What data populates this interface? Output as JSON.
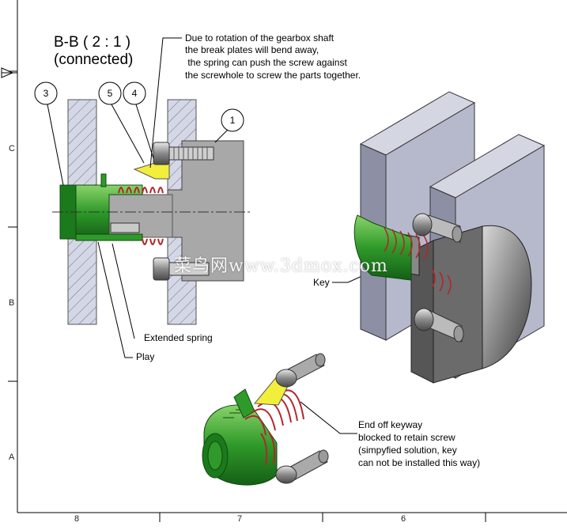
{
  "section_title": {
    "line1": "B-B ( 2 : 1 )",
    "line2": "(connected)"
  },
  "note_rotation": {
    "lines": [
      "Due to rotation of the gearbox shaft",
      "the break plates will bend away,",
      " the spring can push the screw against",
      "the screwhole to screw the parts together."
    ]
  },
  "callouts": [
    "3",
    "5",
    "4",
    "1"
  ],
  "labels": {
    "key": "Key",
    "extended_spring": "Extended spring",
    "play": "Play"
  },
  "note_keyway": {
    "lines": [
      "End off keyway",
      "blocked to retain screw",
      "(simpyfied solution, key",
      "can not be installed this way)"
    ]
  },
  "zones": {
    "rows": [
      "C",
      "B",
      "A"
    ],
    "cols": [
      "8",
      "7",
      "6"
    ]
  },
  "watermark": "菜鸟网www.3dmox.com",
  "colors": {
    "green": "#2f9a2a",
    "dark_green": "#186e18",
    "gray_part": "#a8a8a8",
    "plate": "#b9bccb",
    "spring": "#b3262a",
    "yellow": "#f2ee3c"
  }
}
